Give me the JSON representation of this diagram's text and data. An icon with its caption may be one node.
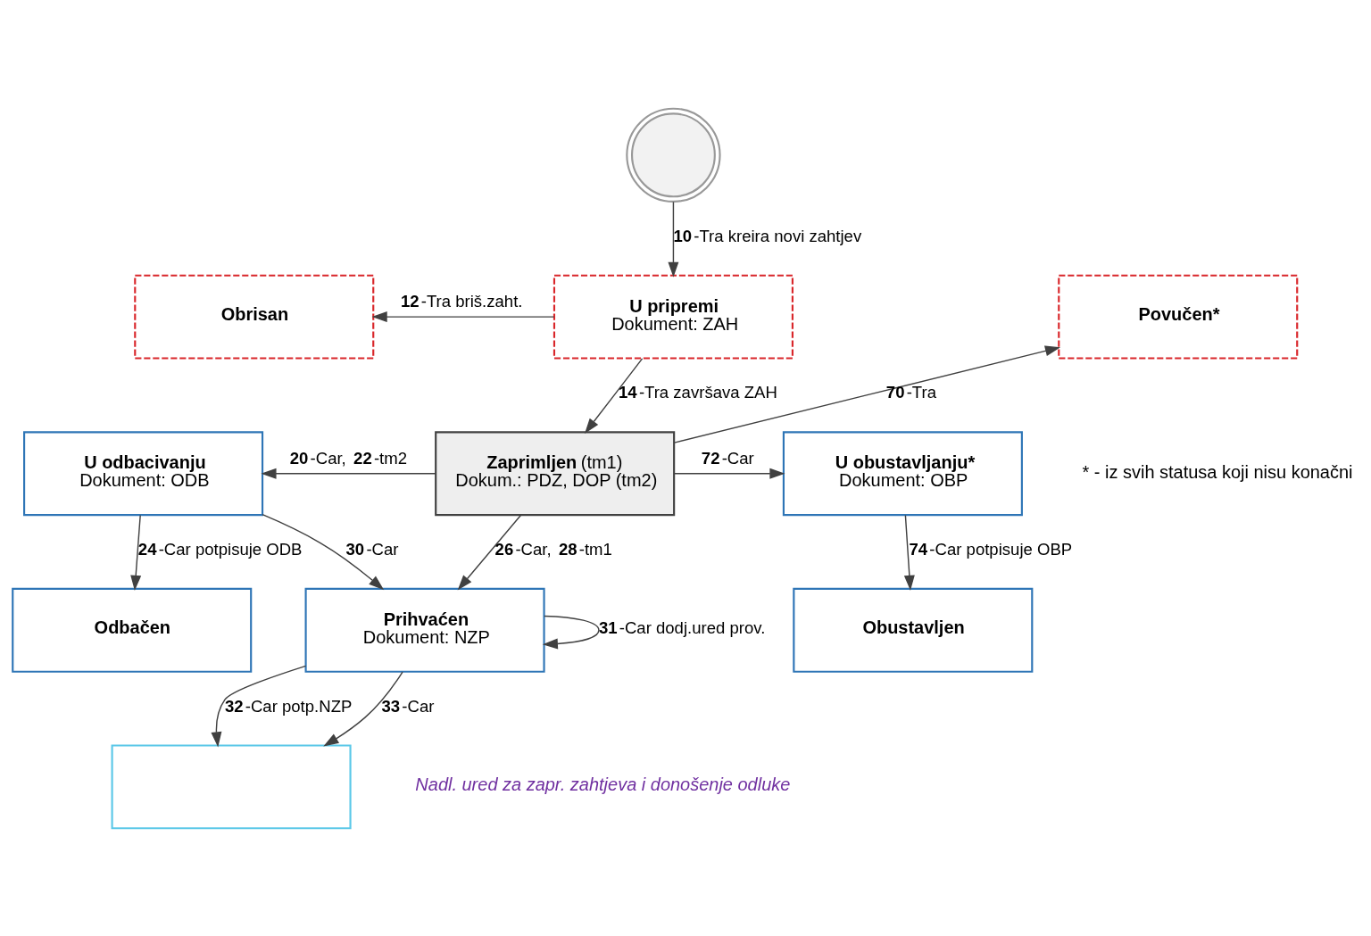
{
  "diagram": {
    "nodes": [
      {
        "text": [],
        "shape": "circle"
      },
      {
        "text": [
          "U pripremi",
          "Dokument: ZAH"
        ]
      },
      {
        "text": [
          "Obrisan"
        ]
      },
      {
        "text": [
          "Povučen*"
        ]
      },
      {
        "text": [
          "**Zaprimljen** (tm1)",
          "Dokum.: PDZ, DOP (tm2)"
        ]
      },
      {
        "text": [
          "U odbacivanju",
          "Dokument: ODB"
        ]
      },
      {
        "text": [
          "U obustavljanju*",
          "Dokument: OBP"
        ]
      },
      {
        "text": [
          "Odbačen"
        ]
      },
      {
        "text": [
          "Prihvaćen",
          "Dokument: NZP"
        ]
      },
      {
        "text": [
          "Obustavljen"
        ]
      },
      {
        "text": [],
        "shape": "box"
      }
    ],
    "edges": [
      {
        "from": 0,
        "to": 1,
        "arrow": "to",
        "label": "**10**-Tra kreira novi zahtjev"
      },
      {
        "from": 1,
        "to": 2,
        "arrow": "to",
        "label": "**12**-Tra briš.zaht."
      },
      {
        "from": 1,
        "to": 4,
        "arrow": "to",
        "label": "**14**-Tra završava ZAH"
      },
      {
        "from": 4,
        "to": 3,
        "arrow": "to",
        "label": "**70**-Tra"
      },
      {
        "from": 4,
        "to": 5,
        "arrow": "to",
        "label": "**20**-Car, **22**-tm2"
      },
      {
        "from": 4,
        "to": 6,
        "arrow": "to",
        "label": "**72**-Car"
      },
      {
        "from": 5,
        "to": 7,
        "arrow": "to",
        "label": "**24**-Car potpisuje ODB"
      },
      {
        "from": 5,
        "to": 8,
        "arrow": "to",
        "label": "**30**-Car"
      },
      {
        "from": 4,
        "to": 8,
        "arrow": "to",
        "label": "**26**-Car, **28**-tm1"
      },
      {
        "from": 8,
        "to": 8,
        "arrow": "to",
        "label": "**31**-Car dodj.ured prov."
      },
      {
        "from": 6,
        "to": 9,
        "arrow": "to",
        "label": "**74**-Car potpisuje OBP"
      },
      {
        "from": 8,
        "to": 10,
        "arrow": "to",
        "label": "**32**-Car potp.NZP"
      },
      {
        "from": 8,
        "to": 10,
        "arrow": "to",
        "label": "**33**-Car"
      }
    ],
    "labels": [
      "* - iz svih statusa koji nisu konačni",
      "Nadl. ured za zapr. zahtjeva i donošenje odluke"
    ]
  }
}
